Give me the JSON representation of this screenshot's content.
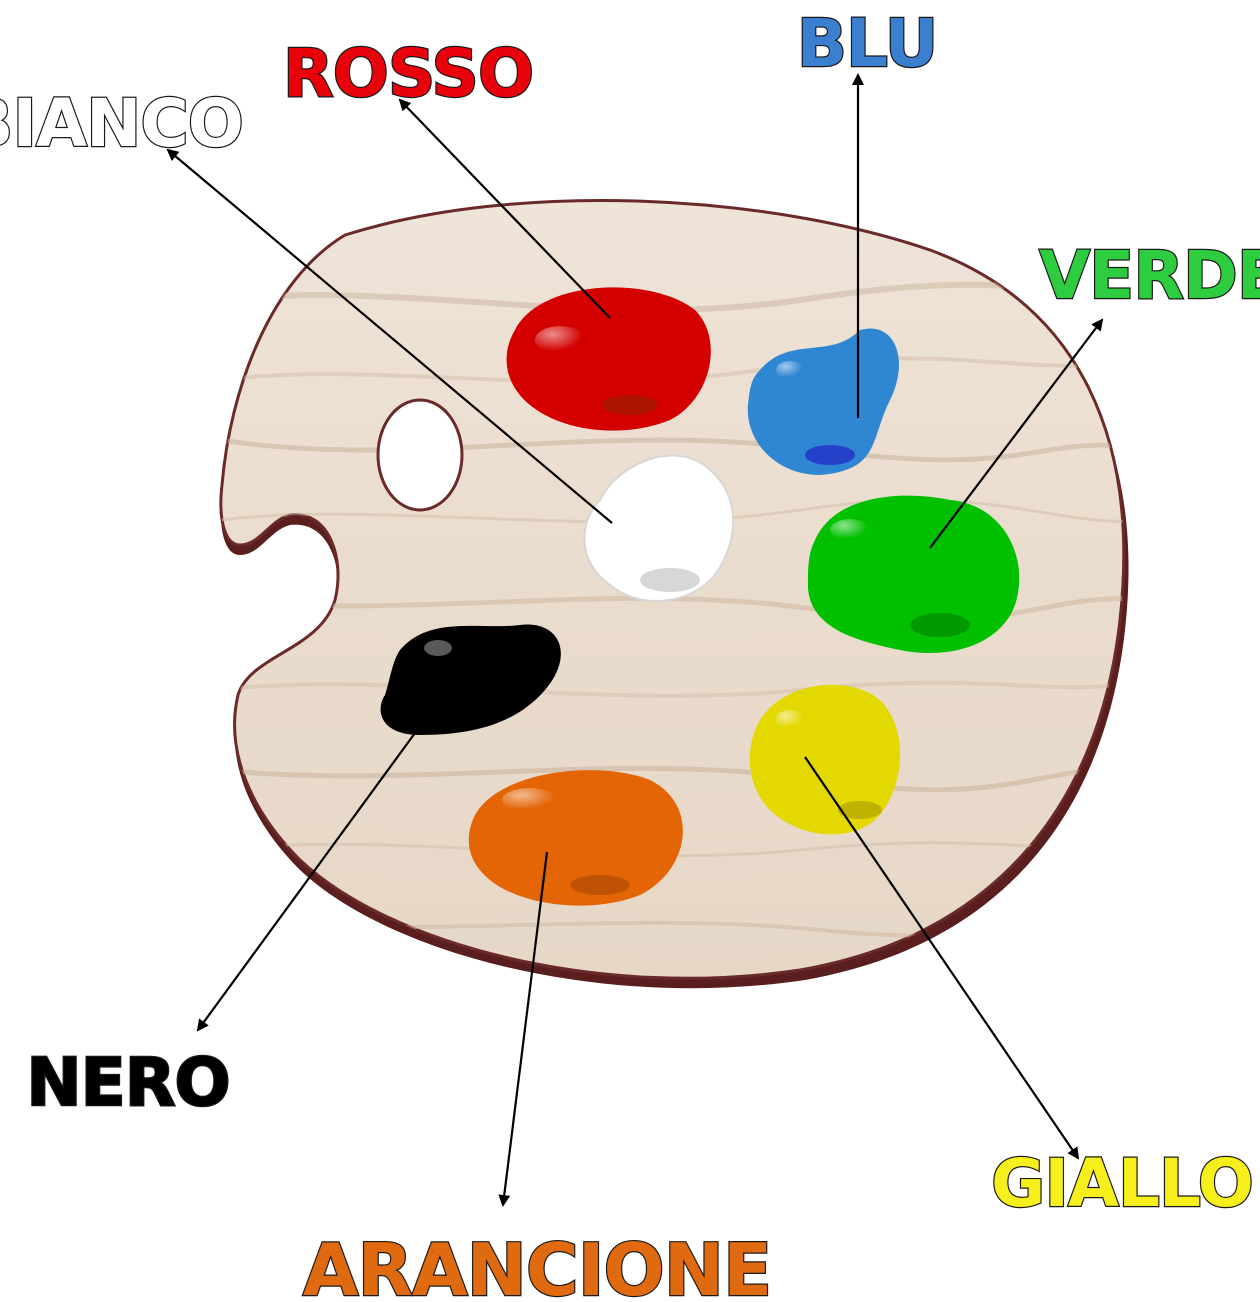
{
  "labels": {
    "rosso": {
      "text": "ROSSO",
      "color": "#e8000b"
    },
    "blu": {
      "text": "BLU",
      "color": "#3b7fd1"
    },
    "bianco": {
      "text": "BIANCO",
      "color": "#ffffff"
    },
    "verde": {
      "text": "VERDE",
      "color": "#2ecc3f"
    },
    "nero": {
      "text": "NERO",
      "color": "#000000"
    },
    "giallo": {
      "text": "GIALLO",
      "color": "#f7ef1c"
    },
    "arancione": {
      "text": "ARANCIONE",
      "color": "#e06a10"
    }
  },
  "palette": {
    "wood_color": "#ece0d2",
    "edge_color": "#5a1e1e"
  },
  "paints": {
    "rosso": "#d40000",
    "blu": "#2f86d3",
    "bianco": "#ffffff",
    "verde": "#00c000",
    "nero": "#000000",
    "giallo": "#e3d800",
    "arancione": "#e36505"
  }
}
